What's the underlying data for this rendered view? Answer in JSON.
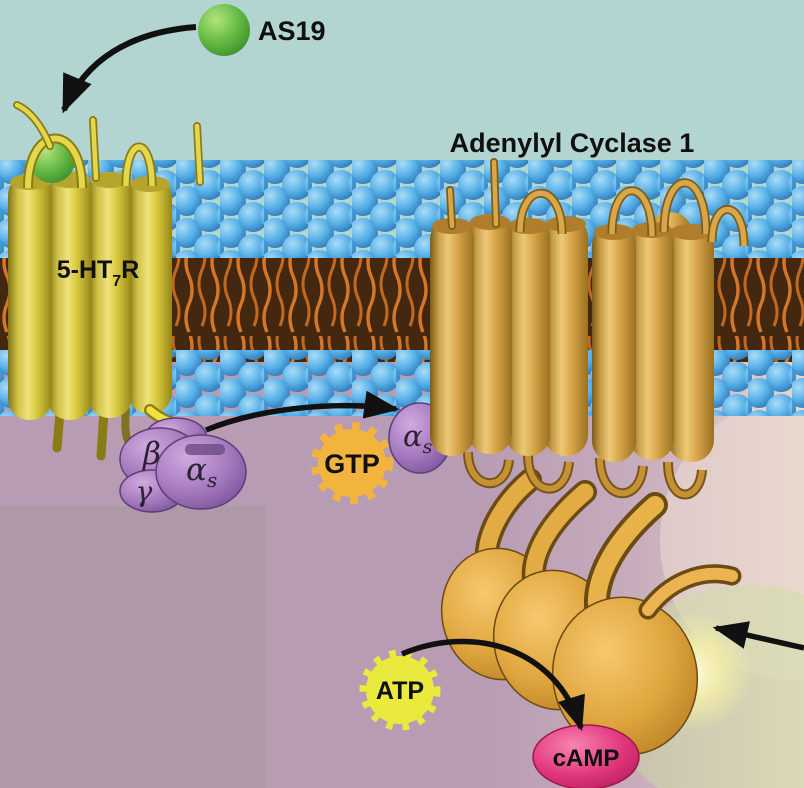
{
  "labels": {
    "ligand": "AS19",
    "receptor_main": "5-HT",
    "receptor_sub": "7",
    "receptor_end": "R",
    "enzyme": "Adenylyl Cyclase 1",
    "g_beta": "β",
    "g_gamma": "γ",
    "g_alpha": "α",
    "g_alpha_sub": "s",
    "gtp": "GTP",
    "atp": "ATP",
    "camp": "cAMP"
  },
  "colors": {
    "extracellular": "#b3d5d1",
    "cytoplasm": "#b89cb4",
    "cytoplasm_patch": "#af99a9",
    "membrane_core": "#43280f",
    "lipid_tail": "#d4772b",
    "lipid_head": "#58b0e8",
    "receptor_yellow": "#d9c93f",
    "cyclase_tan": "#d9a64a",
    "g_protein_purple": "#a87cc0",
    "ligand_green": "#62b944",
    "gtp_burst": "#f3b43e",
    "atp_burst": "#e9e93e",
    "camp_pink": "#e0357c",
    "arrow": "#111111"
  }
}
